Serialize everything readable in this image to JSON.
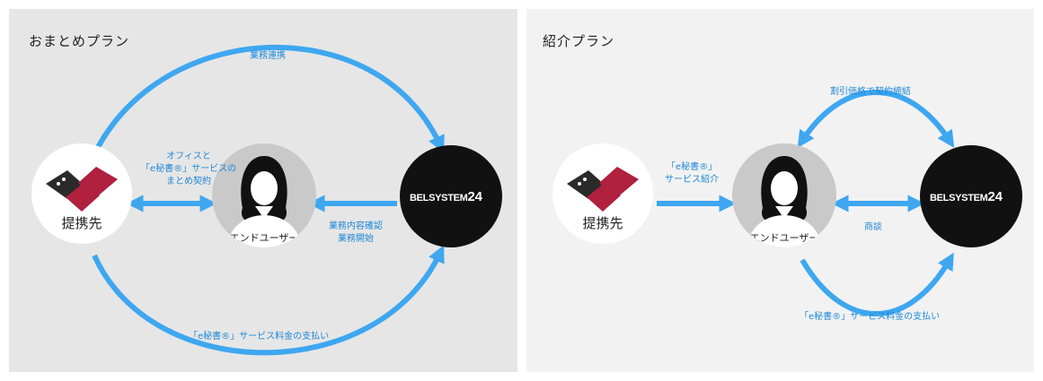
{
  "left_panel": {
    "title": "おまとめプラン",
    "partner_label": "提携先",
    "enduser_label": "エンドユーザー",
    "logo_text": "BELSYSTEM",
    "logo_num": "24",
    "top_arrow_label": "業務連携",
    "middle_arrow_label": [
      "オフィスと",
      "「e秘書®」サービスの",
      "まとめ契約"
    ],
    "right_arrow_label": [
      "業務内容確認",
      "業務開始"
    ],
    "bottom_arrow_label": "「e秘書®」サービス料金の支払い"
  },
  "right_panel": {
    "title": "紹介プラン",
    "partner_label": "提携先",
    "enduser_label": "エンドユーザー",
    "logo_text": "BELSYSTEM",
    "logo_num": "24",
    "intro_arrow_label": [
      "「e秘書®」",
      "サービス紹介"
    ],
    "top_arrow_label": "割引価格で契約締結",
    "middle_arrow_label": "商談",
    "bottom_arrow_label": "「e秘書®」サービス料金の支払い"
  },
  "colors": {
    "arrow": "#3ea7f0",
    "label": "#1e88d8",
    "glove_dark": "#2a2a2a",
    "glove_red": "#b0203f"
  }
}
